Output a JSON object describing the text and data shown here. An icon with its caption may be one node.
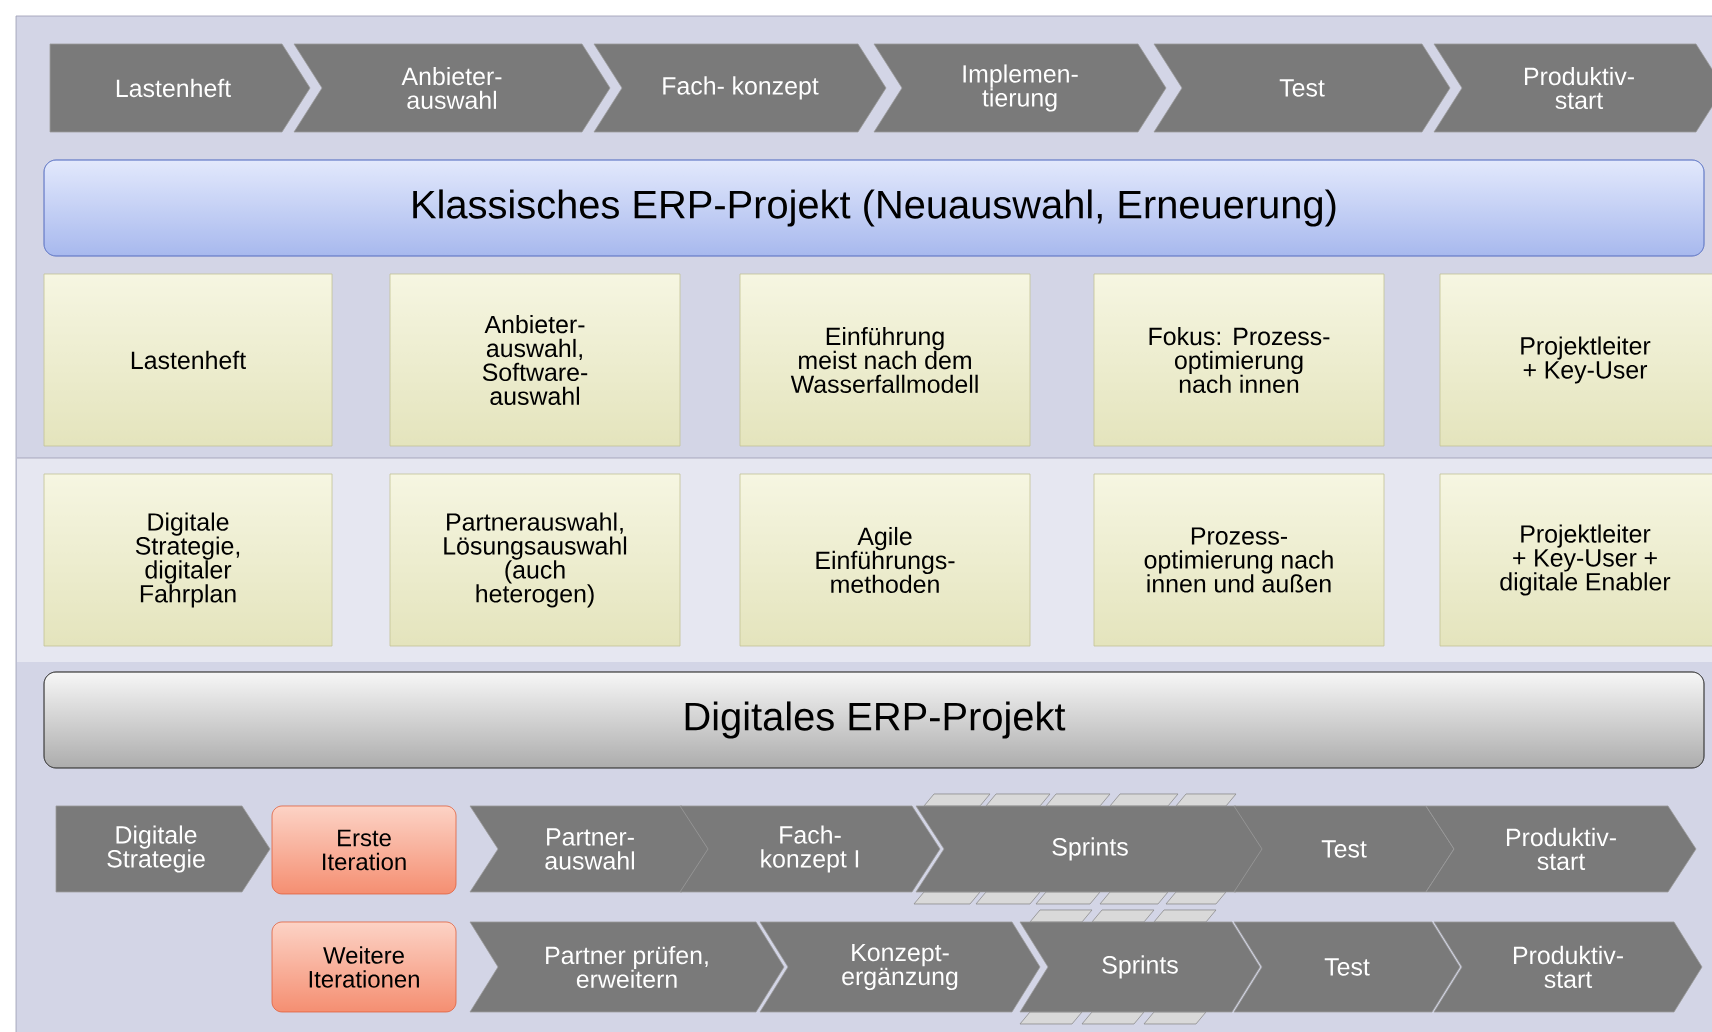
{
  "diagram": {
    "nodes": [
      {
        "text": [
          "Lastenheft"
        ]
      },
      {
        "text": [
          "Anbieter- auswahl"
        ]
      },
      {
        "text": [
          "Fach- konzept"
        ]
      },
      {
        "text": [
          "Implemen- tierung"
        ]
      },
      {
        "text": [
          "Test"
        ]
      },
      {
        "text": [
          "Produktiv- start"
        ]
      },
      {
        "text": [
          "Klassisches ERP-Projekt (Neuauswahl, Erneuerung)"
        ]
      },
      {
        "text": [
          "Lastenheft"
        ]
      },
      {
        "text": [
          "Anbieter- auswahl, Software- auswahl"
        ]
      },
      {
        "text": [
          "Einführung meist nach dem Wasserfallmodell"
        ]
      },
      {
        "text": [
          "Fokus: Prozess- optimierung nach innen"
        ]
      },
      {
        "text": [
          "Projektleiter + Key-User"
        ]
      },
      {
        "text": [
          "Digitale Strategie, digitaler Fahrplan"
        ]
      },
      {
        "text": [
          "Partnerauswahl, Lösungsauswahl (auch heterogen)"
        ]
      },
      {
        "text": [
          "Agile Einführungs- methoden"
        ]
      },
      {
        "text": [
          "Prozess- optimierung nach innen und außen"
        ]
      },
      {
        "text": [
          "Projektleiter + Key-User + digitale Enabler"
        ]
      },
      {
        "text": [
          "Digitales ERP-Projekt"
        ]
      },
      {
        "text": [
          "Digitale Strategie"
        ]
      },
      {
        "text": [
          "Erste Iteration"
        ]
      },
      {
        "text": [
          "Partner- auswahl"
        ]
      },
      {
        "text": [
          "Fach- konzept I"
        ]
      },
      {
        "text": [
          "Sprints"
        ]
      },
      {
        "text": [
          "Test"
        ]
      },
      {
        "text": [
          "Produktiv- start"
        ]
      },
      {
        "text": [
          "Weitere Iterationen"
        ]
      },
      {
        "text": [
          "Partner prüfen, erweitern"
        ]
      },
      {
        "text": [
          "Konzept- ergänzung"
        ]
      },
      {
        "text": [
          "Sprints"
        ]
      },
      {
        "text": [
          "Test"
        ]
      },
      {
        "text": [
          "Produktiv- start"
        ]
      }
    ]
  }
}
